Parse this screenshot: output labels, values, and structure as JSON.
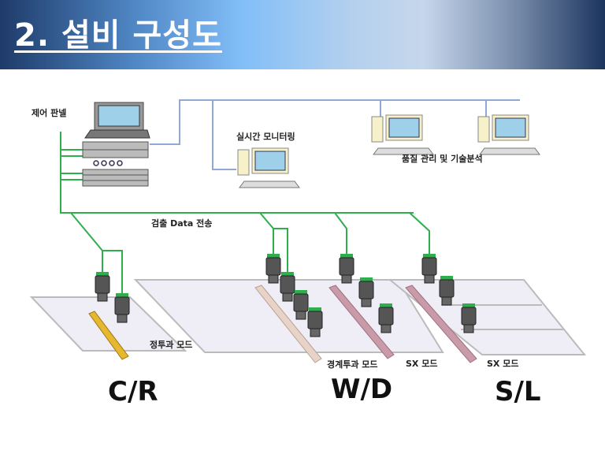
{
  "title": "2. 설비 구성도",
  "labels": {
    "control_panel": "제어 판넬",
    "realtime_monitoring": "실시간 모니터링",
    "quality_analysis": "품질 관리 및 기술분석",
    "data_transfer": "검출 Data 전송",
    "mode_transmission": "정투과 모드",
    "mode_boundary": "경계투과 모드",
    "mode_sx_1": "SX 모드",
    "mode_sx_2": "SX 모드"
  },
  "sections": {
    "cr": "C/R",
    "wd": "W/D",
    "sl": "S/L"
  },
  "colors": {
    "network_green": "#2fae4e",
    "network_blue": "#8fa9d4",
    "camera": "#4a4a4a"
  }
}
